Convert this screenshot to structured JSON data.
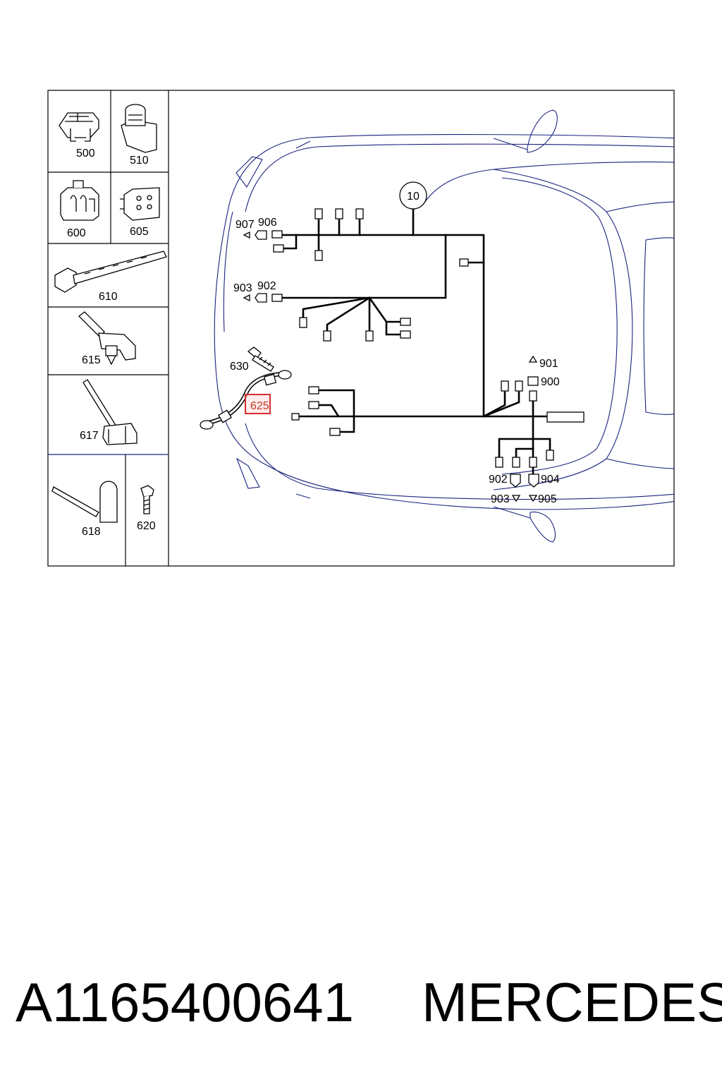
{
  "legend": {
    "items": [
      {
        "id": "500",
        "icon": "clip-bracket-icon"
      },
      {
        "id": "510",
        "icon": "cable-grommet-icon"
      },
      {
        "id": "600",
        "icon": "retaining-clip-icon"
      },
      {
        "id": "605",
        "icon": "mounting-plate-icon"
      },
      {
        "id": "610",
        "icon": "cable-tie-icon"
      },
      {
        "id": "615",
        "icon": "push-clip-icon"
      },
      {
        "id": "617",
        "icon": "cable-tie-holder-icon"
      },
      {
        "id": "618",
        "icon": "double-clip-icon"
      },
      {
        "id": "620",
        "icon": "screw-icon"
      }
    ]
  },
  "diagram": {
    "callout": "10",
    "labels": {
      "l907": "907",
      "l906": "906",
      "l903a": "903",
      "l902a": "902",
      "l630": "630",
      "l625": "625",
      "l901": "901",
      "l900": "900",
      "l902b": "902",
      "l904": "904",
      "l903b": "903",
      "l905": "905"
    },
    "highlight_color": "#d32f2f",
    "line_color": "#1a237e"
  },
  "footer": {
    "part_number": "A1165400641",
    "brand": "MERCEDES"
  }
}
